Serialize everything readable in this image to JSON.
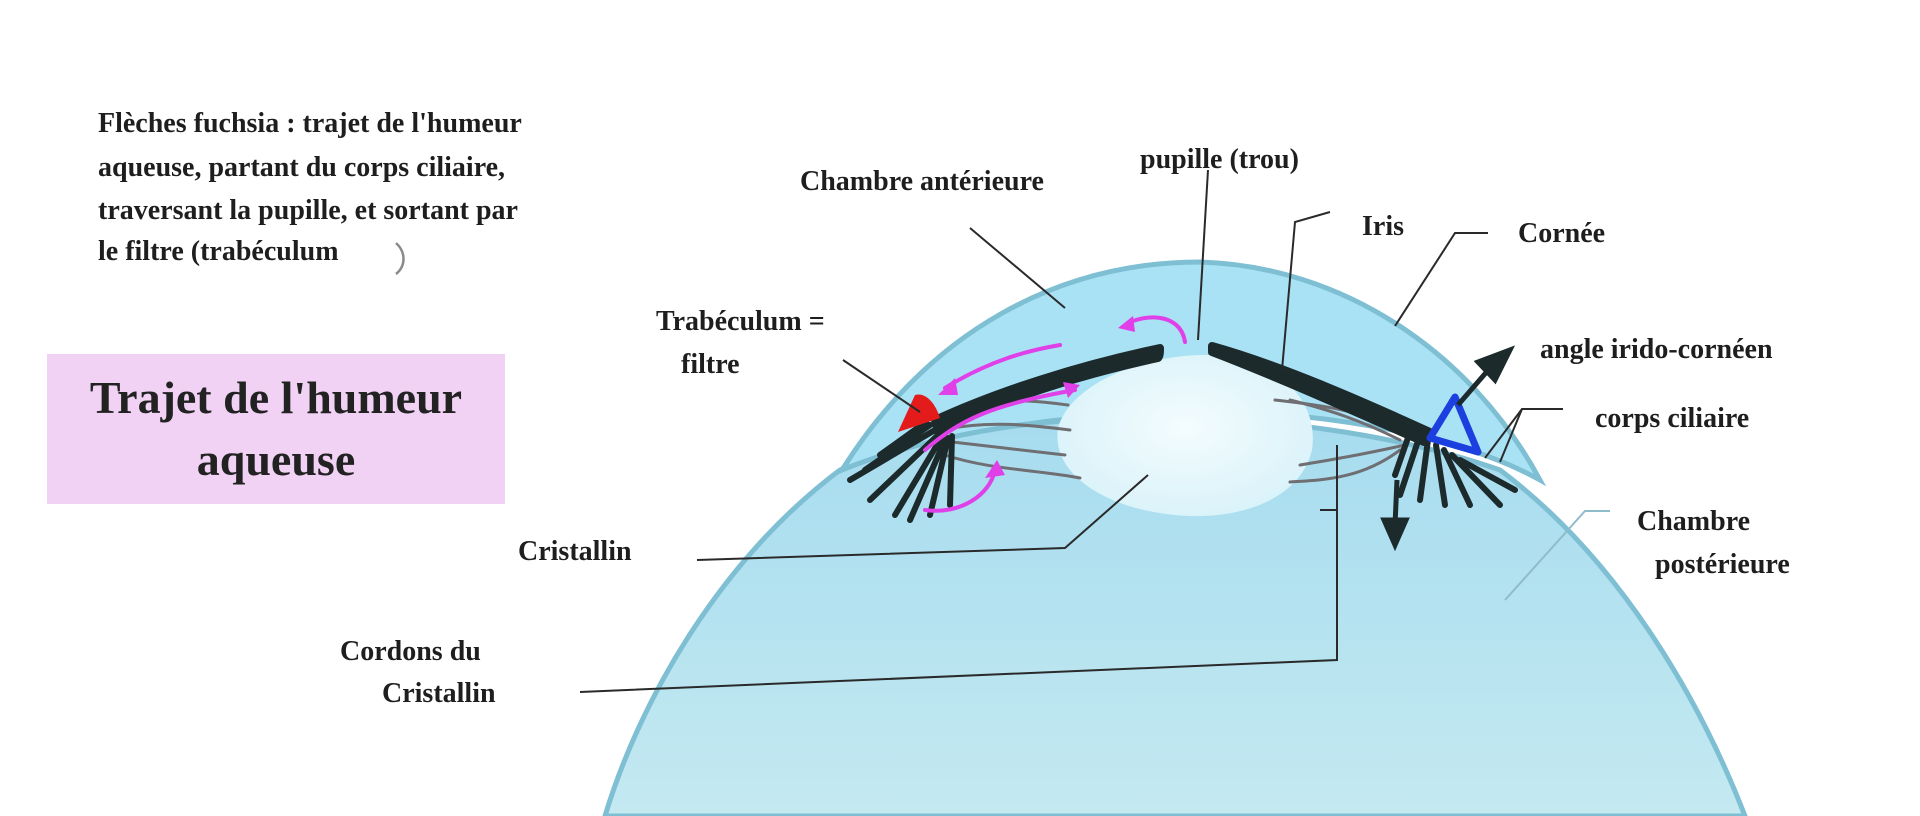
{
  "title": "Trajet de l'humeur\naqueuse",
  "caption": [
    "Flèches fuchsia : trajet de l'humeur",
    "aqueuse, partant du corps ciliaire,",
    "traversant la pupille, et sortant par",
    "le filtre (trabéculum"
  ],
  "labels": {
    "chambre_anterieure": "Chambre antérieure",
    "pupille": "pupille (trou)",
    "iris": "Iris",
    "cornee": "Cornée",
    "trabeculum_1": "Trabéculum =",
    "trabeculum_2": "filtre",
    "angle": "angle irido-cornéen",
    "corps_ciliaire": "corps ciliaire",
    "chambre_posterieure_1": "Chambre",
    "chambre_posterieure_2": "postérieure",
    "cristallin": "Cristallin",
    "cordons_1": "Cordons du",
    "cordons_2": "Cristallin"
  },
  "colors": {
    "eye_fill": "#b7e3f0",
    "eye_outline": "#7fbfd3",
    "cornea_fill": "#a9e2f5",
    "lens_fill": "#e4f7fc",
    "iris": "#1c2a2c",
    "aqueous_flow_arrows": "#e040e8",
    "trabeculum": "#e41b1b",
    "irido_corneal_angle": "#1c3fe0",
    "title_bg": "#f1d2f4"
  }
}
